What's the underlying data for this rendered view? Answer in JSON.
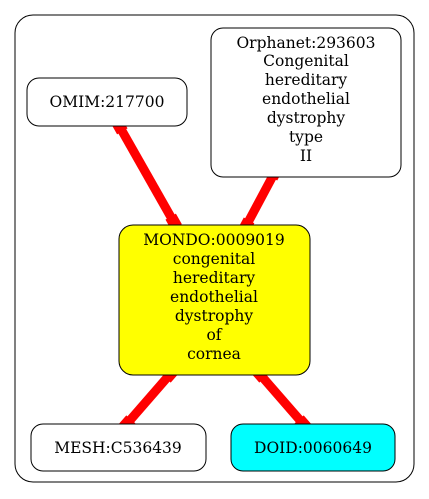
{
  "colors": {
    "background": "#ffffff",
    "border": "#000000",
    "edge": "#ff0000",
    "center_fill": "#ffff00",
    "doid_fill": "#00ffff",
    "default_fill": "#ffffff"
  },
  "nodes": {
    "omim": {
      "lines": [
        "OMIM:217700"
      ]
    },
    "orphanet": {
      "lines": [
        "Orphanet:293603",
        "Congenital",
        "hereditary",
        "endothelial",
        "dystrophy",
        "type",
        "II"
      ]
    },
    "mondo": {
      "lines": [
        "MONDO:0009019",
        "congenital",
        "hereditary",
        "endothelial",
        "dystrophy",
        "of",
        "cornea"
      ]
    },
    "mesh": {
      "lines": [
        "MESH:C536439"
      ]
    },
    "doid": {
      "lines": [
        "DOID:0060649"
      ]
    }
  },
  "edges": [
    {
      "from": "omim",
      "to": "mondo"
    },
    {
      "from": "orphanet",
      "to": "mondo"
    },
    {
      "from": "mondo",
      "to": "mesh"
    },
    {
      "from": "mondo",
      "to": "doid"
    }
  ]
}
